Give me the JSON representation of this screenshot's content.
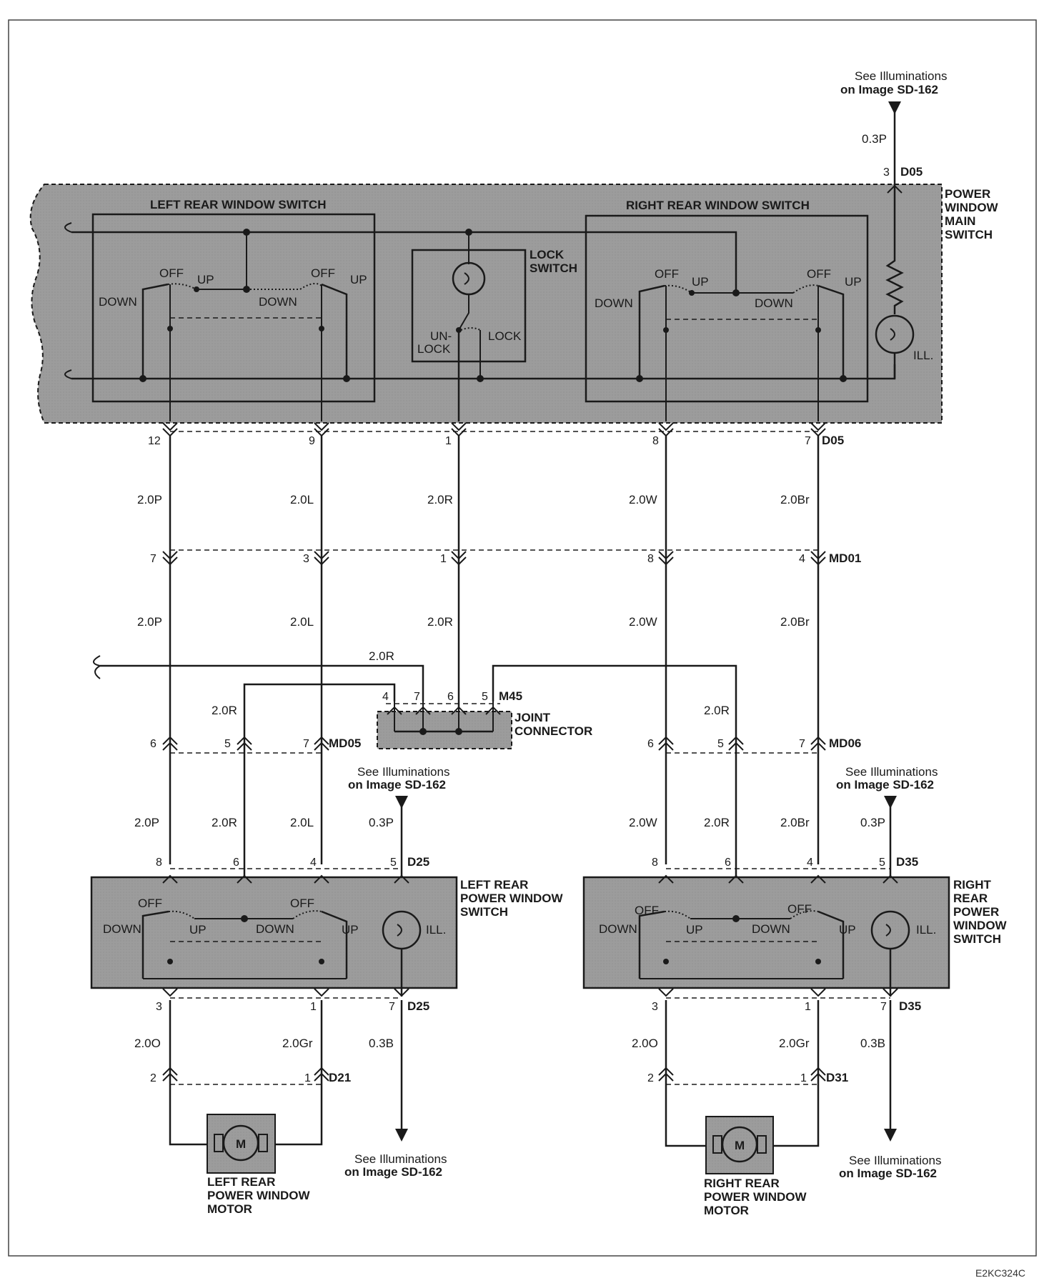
{
  "note_text": "See Illuminations",
  "note_text2": "on Image SD-162",
  "figure_code": "E2KC324C",
  "main_switch": {
    "label": "POWER WINDOW MAIN SWITCH",
    "lines": [
      "POWER",
      "WINDOW",
      "MAIN",
      "SWITCH"
    ],
    "left_switch_label": "LEFT REAR WINDOW SWITCH",
    "right_switch_label": "RIGHT REAR WINDOW SWITCH",
    "lock_switch_lines": [
      "LOCK",
      "SWITCH"
    ],
    "unlock_lines": [
      "UN-",
      "LOCK"
    ],
    "lock_label": "LOCK",
    "ill_label": "ILL.",
    "top_connector": "D05",
    "top_pin": "3",
    "top_wire": "0.3P"
  },
  "switch_labels": {
    "off": "OFF",
    "up": "UP",
    "down": "DOWN"
  },
  "connectors": {
    "d05": "D05",
    "md01": "MD01",
    "md05": "MD05",
    "md06": "MD06",
    "m45": "M45",
    "d25": "D25",
    "d35": "D35",
    "d21": "D21",
    "d31": "D31"
  },
  "wires": {
    "w20P": "2.0P",
    "w20L": "2.0L",
    "w20R": "2.0R",
    "w20W": "2.0W",
    "w20Br": "2.0Br",
    "w20O": "2.0O",
    "w20Gr": "2.0Gr",
    "w03P": "0.3P",
    "w03B": "0.3B"
  },
  "pins": {
    "p1": "1",
    "p2": "2",
    "p3": "3",
    "p4": "4",
    "p5": "5",
    "p6": "6",
    "p7": "7",
    "p8": "8",
    "p9": "9",
    "p12": "12"
  },
  "joint_connector_lines": [
    "JOINT",
    "CONNECTOR"
  ],
  "left_rear_switch_lines": [
    "LEFT REAR",
    "POWER WINDOW",
    "SWITCH"
  ],
  "right_rear_switch_lines": [
    "RIGHT",
    "REAR",
    "POWER",
    "WINDOW",
    "SWITCH"
  ],
  "left_motor_lines": [
    "LEFT REAR",
    "POWER WINDOW",
    "MOTOR"
  ],
  "right_motor_lines": [
    "RIGHT REAR",
    "POWER WINDOW",
    "MOTOR"
  ],
  "motor_symbol": "M",
  "colors": {
    "line": "#1a1a1a",
    "box_fill": "#9c9c9c",
    "page": "#ffffff"
  }
}
